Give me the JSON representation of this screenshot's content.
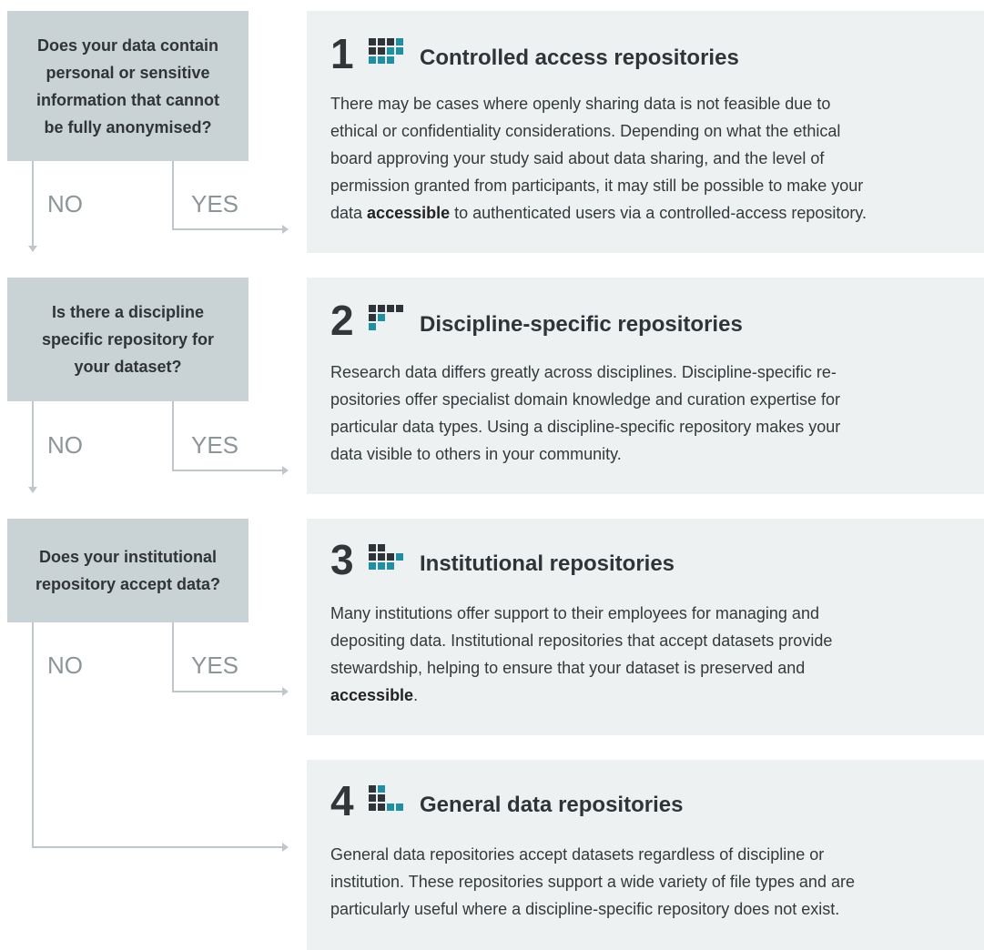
{
  "questions": [
    {
      "lines": [
        "Does your data contain",
        "personal or sensitive",
        "information that cannot",
        "be fully anonymised?"
      ],
      "no": "NO",
      "yes": "YES"
    },
    {
      "lines": [
        "Is there a discipline",
        "specific repository for",
        "your dataset?"
      ],
      "no": "NO",
      "yes": "YES"
    },
    {
      "lines": [
        "Does your institutional",
        "repository accept data?"
      ],
      "no": "NO",
      "yes": "YES"
    }
  ],
  "cards": [
    {
      "number": "1",
      "title": "Controlled access repositories",
      "lines": [
        {
          "pre": "There may be cases where openly sharing data is not feasible due to",
          "bold": "",
          "post": ""
        },
        {
          "pre": "ethical or confidentiality considerations. Depending on what the ethical",
          "bold": "",
          "post": ""
        },
        {
          "pre": "board approving your study said about data sharing, and the level of",
          "bold": "",
          "post": ""
        },
        {
          "pre": "permission granted from participants, it may still be possible to make your",
          "bold": "",
          "post": ""
        },
        {
          "pre": "data ",
          "bold": "accessible",
          "post": " to authenticated users via a controlled-access repository."
        }
      ]
    },
    {
      "number": "2",
      "title": "Discipline-specific repositories",
      "lines": [
        {
          "pre": "Research data differs greatly across disciplines. Discipline-specific re-",
          "bold": "",
          "post": ""
        },
        {
          "pre": "positories offer specialist domain knowledge and curation expertise for",
          "bold": "",
          "post": ""
        },
        {
          "pre": "particular data types. Using a discipline-specific repository makes your",
          "bold": "",
          "post": ""
        },
        {
          "pre": "data visible to others in your community.",
          "bold": "",
          "post": ""
        }
      ]
    },
    {
      "number": "3",
      "title": "Institutional repositories",
      "lines": [
        {
          "pre": "Many institutions offer support to their employees for managing and",
          "bold": "",
          "post": ""
        },
        {
          "pre": "depositing data. Institutional repositories that accept datasets provide",
          "bold": "",
          "post": ""
        },
        {
          "pre": "stewardship, helping to ensure that your dataset is preserved and",
          "bold": "",
          "post": ""
        },
        {
          "pre": "",
          "bold": "accessible",
          "post": "."
        }
      ]
    },
    {
      "number": "4",
      "title": "General data repositories",
      "lines": [
        {
          "pre": "General data repositories accept datasets regardless of discipline or",
          "bold": "",
          "post": ""
        },
        {
          "pre": "institution. These repositories support a wide variety of file types and are",
          "bold": "",
          "post": ""
        },
        {
          "pre": "particularly useful where a discipline-specific repository does not exist.",
          "bold": "",
          "post": ""
        }
      ]
    }
  ],
  "colors": {
    "teal": "#1f8fa3",
    "dark": "#2f3438",
    "question_bg": "#c9d2d4",
    "card_bg": "#eef1f1",
    "flow_line": "#bfc7ca"
  },
  "icons": [
    "grid-icon-1",
    "grid-icon-2",
    "grid-icon-3",
    "grid-icon-4"
  ]
}
